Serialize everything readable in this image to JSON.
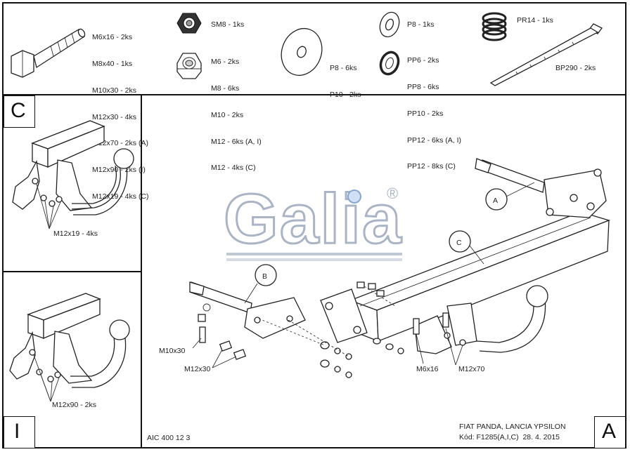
{
  "parts": {
    "bolts": [
      "M6x16 - 2ks",
      "M8x40 - 1ks",
      "M10x30 - 2ks",
      "M12x30 - 4ks",
      "M12x70 - 2ks (A)",
      "M12x90 - 2ks (I)",
      "M12x19 - 4ks (C)"
    ],
    "self_lock_nut": "SM8 - 1ks",
    "nuts": [
      "M6 - 2ks",
      "M8 - 6ks",
      "M10 - 2ks",
      "M12 - 6ks (A, I)",
      "M12 - 4ks (C)"
    ],
    "big_washers": [
      "P8 - 6ks",
      "P10 - 2ks"
    ],
    "washer": "P8 - 1ks",
    "spring_washers": [
      "PP6 - 2ks",
      "PP8 - 6ks",
      "PP10 - 2ks",
      "PP12 - 6ks (A, I)",
      "PP12 - 8ks (C)"
    ],
    "spring": "PR14 - 1ks",
    "cable_tie": "BP290 - 2ks"
  },
  "panels": {
    "c_letter": "C",
    "c_bolt_label": "M12x19 - 4ks",
    "i_letter": "I",
    "i_bolt_label": "M12x90 - 2ks",
    "a_letter": "A"
  },
  "logo": {
    "text": "Galia",
    "registered": "®"
  },
  "callouts": {
    "a": "A",
    "b": "B",
    "c": "C"
  },
  "main_labels": {
    "m10x30": "M10x30",
    "m12x30": "M12x30",
    "m6x16": "M6x16",
    "m12x70": "M12x70"
  },
  "footer": {
    "code": "AIC 400 12 3",
    "vehicle": "FIAT PANDA, LANCIA YPSILON",
    "kod": "Kód: F1285(A,I,C)  28. 4. 2015"
  }
}
